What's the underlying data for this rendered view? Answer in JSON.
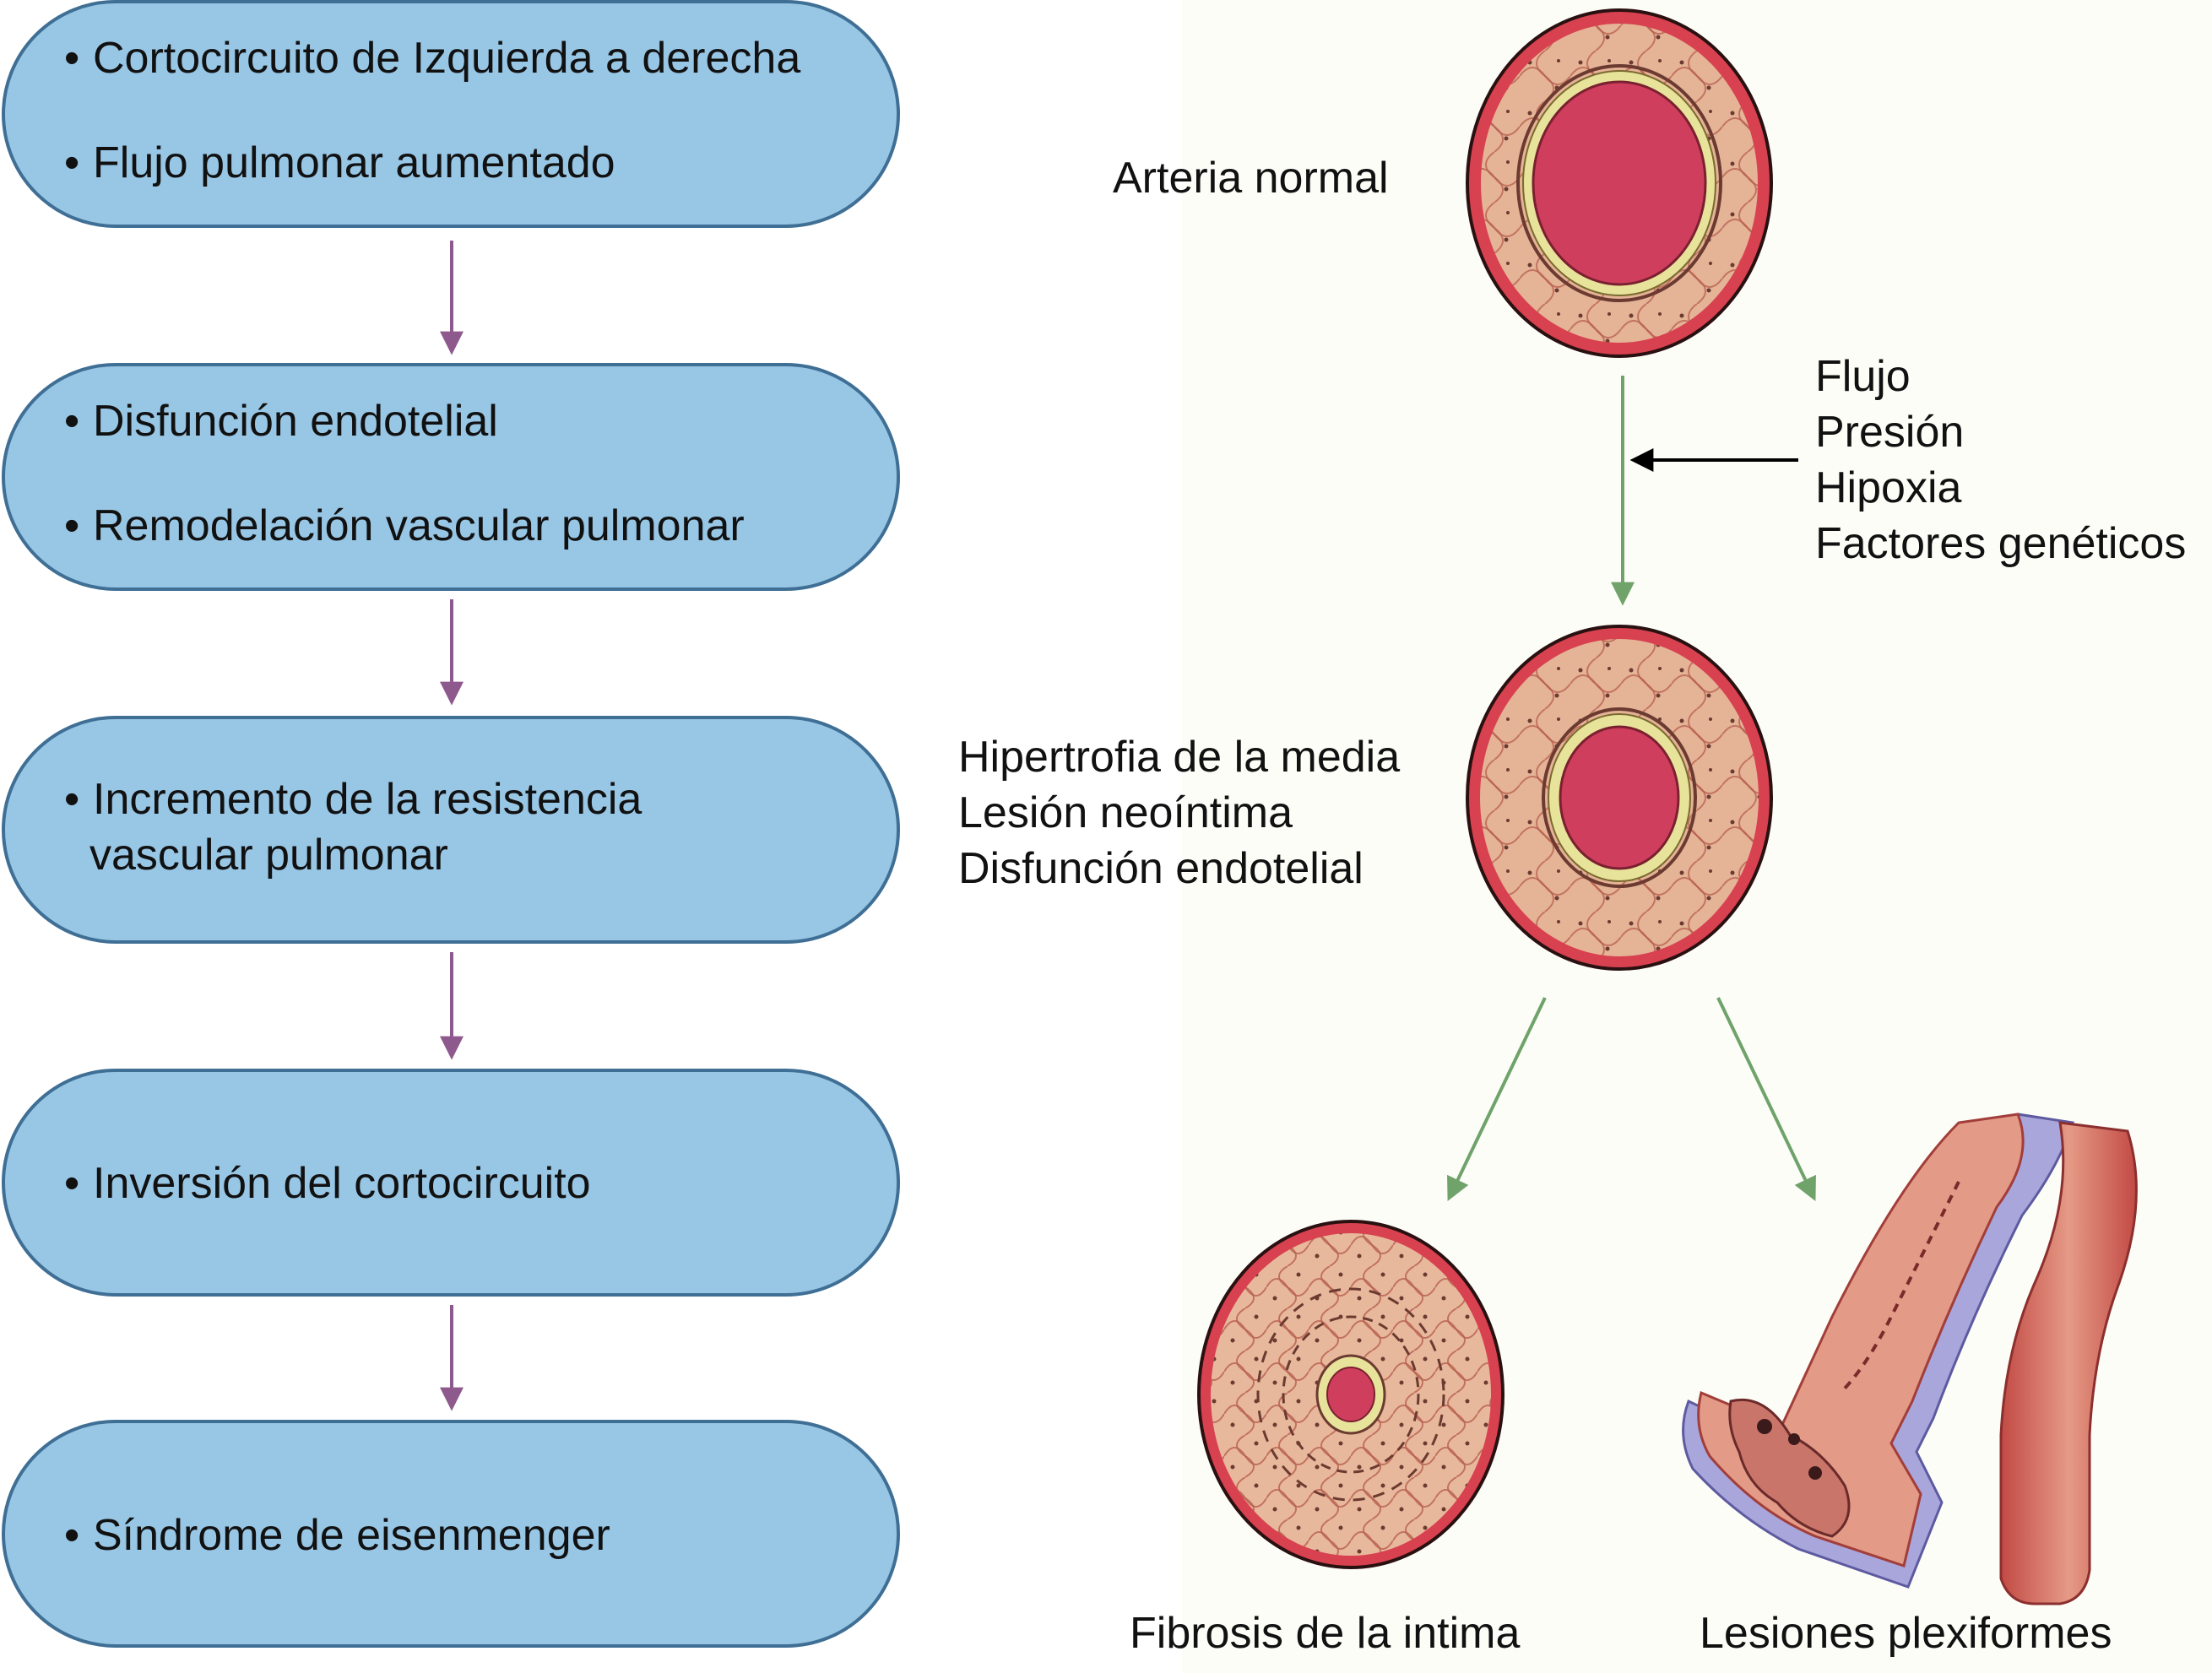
{
  "flowchart": {
    "bullet_symbol": "•",
    "boxes": [
      {
        "lines": [
          "Cortocircuito de Izquierda a derecha",
          "Flujo pulmonar aumentado"
        ]
      },
      {
        "lines": [
          "Disfunción endotelial",
          "Remodelación vascular pulmonar"
        ]
      },
      {
        "lines": [
          "Incremento de la resistencia",
          "vascular pulmonar"
        ]
      },
      {
        "lines": [
          "Inversión del cortocircuito"
        ]
      },
      {
        "lines": [
          "Síndrome de eisenmenger"
        ]
      }
    ]
  },
  "illustration": {
    "normal_artery_label": "Arteria normal",
    "factors": [
      "Flujo",
      "Presión",
      "Hipoxia",
      "Factores genéticos"
    ],
    "hypertrophy_labels": [
      "Hipertrofia de la media",
      "Lesión neoíntima",
      "Disfunción endotelial"
    ],
    "fibrosis_label": "Fibrosis de la intima",
    "plexiform_label": "Lesiones plexiformes"
  },
  "colors": {
    "box_fill": "#98c6e5",
    "box_border": "#3f6f95",
    "flow_arrow": "#8e5a8e",
    "green_arrow": "#6fa36a",
    "artery_outer": "#d8414f",
    "artery_media": "#e5b396",
    "lumen": "#cf3f5d",
    "elastic_lamina": "#e8e39a"
  }
}
